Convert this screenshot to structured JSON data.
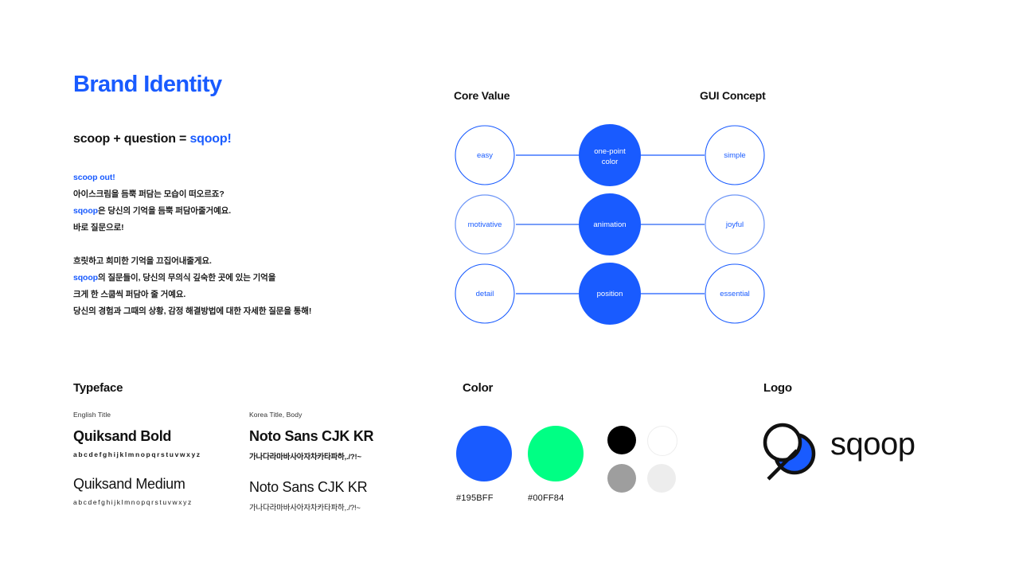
{
  "page": {
    "title": "Brand Identity",
    "accent_color": "#195BFF",
    "equation": {
      "left": "scoop + question = ",
      "brand": "sqoop!"
    }
  },
  "copy": {
    "heading": "scoop out!",
    "line1": "아이스크림을 듬뿍 퍼담는 모습이 떠오르죠?",
    "line2_brand": "sqoop",
    "line2_rest": "은 당신의 기억을 듬뿍 퍼담아줄거예요.",
    "line3": "바로 질문으로!",
    "line4": "흐릿하고 희미한 기억을 끄집어내줄게요.",
    "line5_brand": "sqoop",
    "line5_rest": "의 질문들이, 당신의 무의식 깊숙한 곳에 있는 기억을",
    "line6": "크게 한 스쿱씩 퍼담아 줄 거예요.",
    "line7": "당신의 경험과 그때의 상황, 감정 해결방법에 대한 자세한 질문을 통해!"
  },
  "diagram": {
    "heading_left": "Core Value",
    "heading_right": "GUI Concept",
    "rows": [
      {
        "left": "easy",
        "center": "one-point color",
        "center_line1": "one-point",
        "center_line2": "color",
        "right": "simple"
      },
      {
        "left": "motivative",
        "center": "animation",
        "center_line1": "animation",
        "center_line2": "",
        "right": "joyful"
      },
      {
        "left": "detail",
        "center": "position",
        "center_line1": "position",
        "center_line2": "",
        "right": "essential"
      }
    ],
    "outline_color": "#195BFF",
    "fill_color": "#195BFF"
  },
  "typeface": {
    "heading": "Typeface",
    "english": {
      "caption": "English Title",
      "bold_name": "Quiksand Bold",
      "bold_alphabet": "abcdefghijklmnopqrstuvwxyz",
      "medium_name": "Quiksand Medium",
      "medium_alphabet": "abcdefghijklmnopqrstuvwxyz"
    },
    "korean": {
      "caption": "Korea Title, Body",
      "bold_name": "Noto Sans CJK KR",
      "bold_alphabet": "가나다라마바사아자차카타파하,./?!~",
      "medium_name": "Noto Sans CJK KR",
      "medium_alphabet": "가나다라마바사아자차카타파하,./?!~"
    }
  },
  "color": {
    "heading": "Color",
    "primary": {
      "hex": "#195BFF",
      "label": "#195BFF"
    },
    "secondary": {
      "hex": "#00FF84",
      "label": "#00FF84"
    },
    "neutrals": [
      {
        "name": "black",
        "hex": "#000000"
      },
      {
        "name": "white",
        "hex": "#FFFFFF"
      },
      {
        "name": "gray",
        "hex": "#9E9E9E"
      },
      {
        "name": "light-gray",
        "hex": "#EDEDED"
      }
    ]
  },
  "logo": {
    "heading": "Logo",
    "wordmark": "sqoop",
    "mark_stroke": "#111111",
    "mark_fill": "#195BFF"
  }
}
